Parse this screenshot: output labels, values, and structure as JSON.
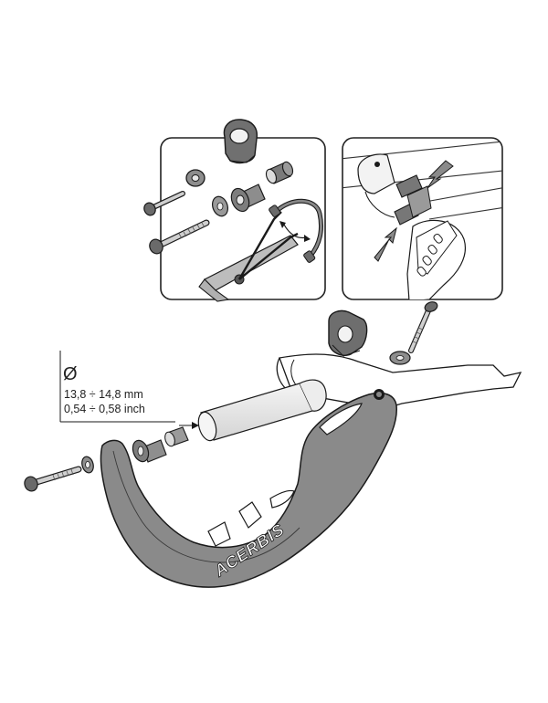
{
  "diagram": {
    "brand_text": "ACERBIS",
    "dimension": {
      "symbol": "Ø",
      "mm": "13,8 ÷ 14,8 mm",
      "inch": "0,54 ÷ 0,58 inch"
    },
    "colors": {
      "guard_fill": "#8a8a8a",
      "part_fill": "#6f6f6f",
      "line": "#1a1a1a",
      "panel_border": "#222222"
    }
  }
}
